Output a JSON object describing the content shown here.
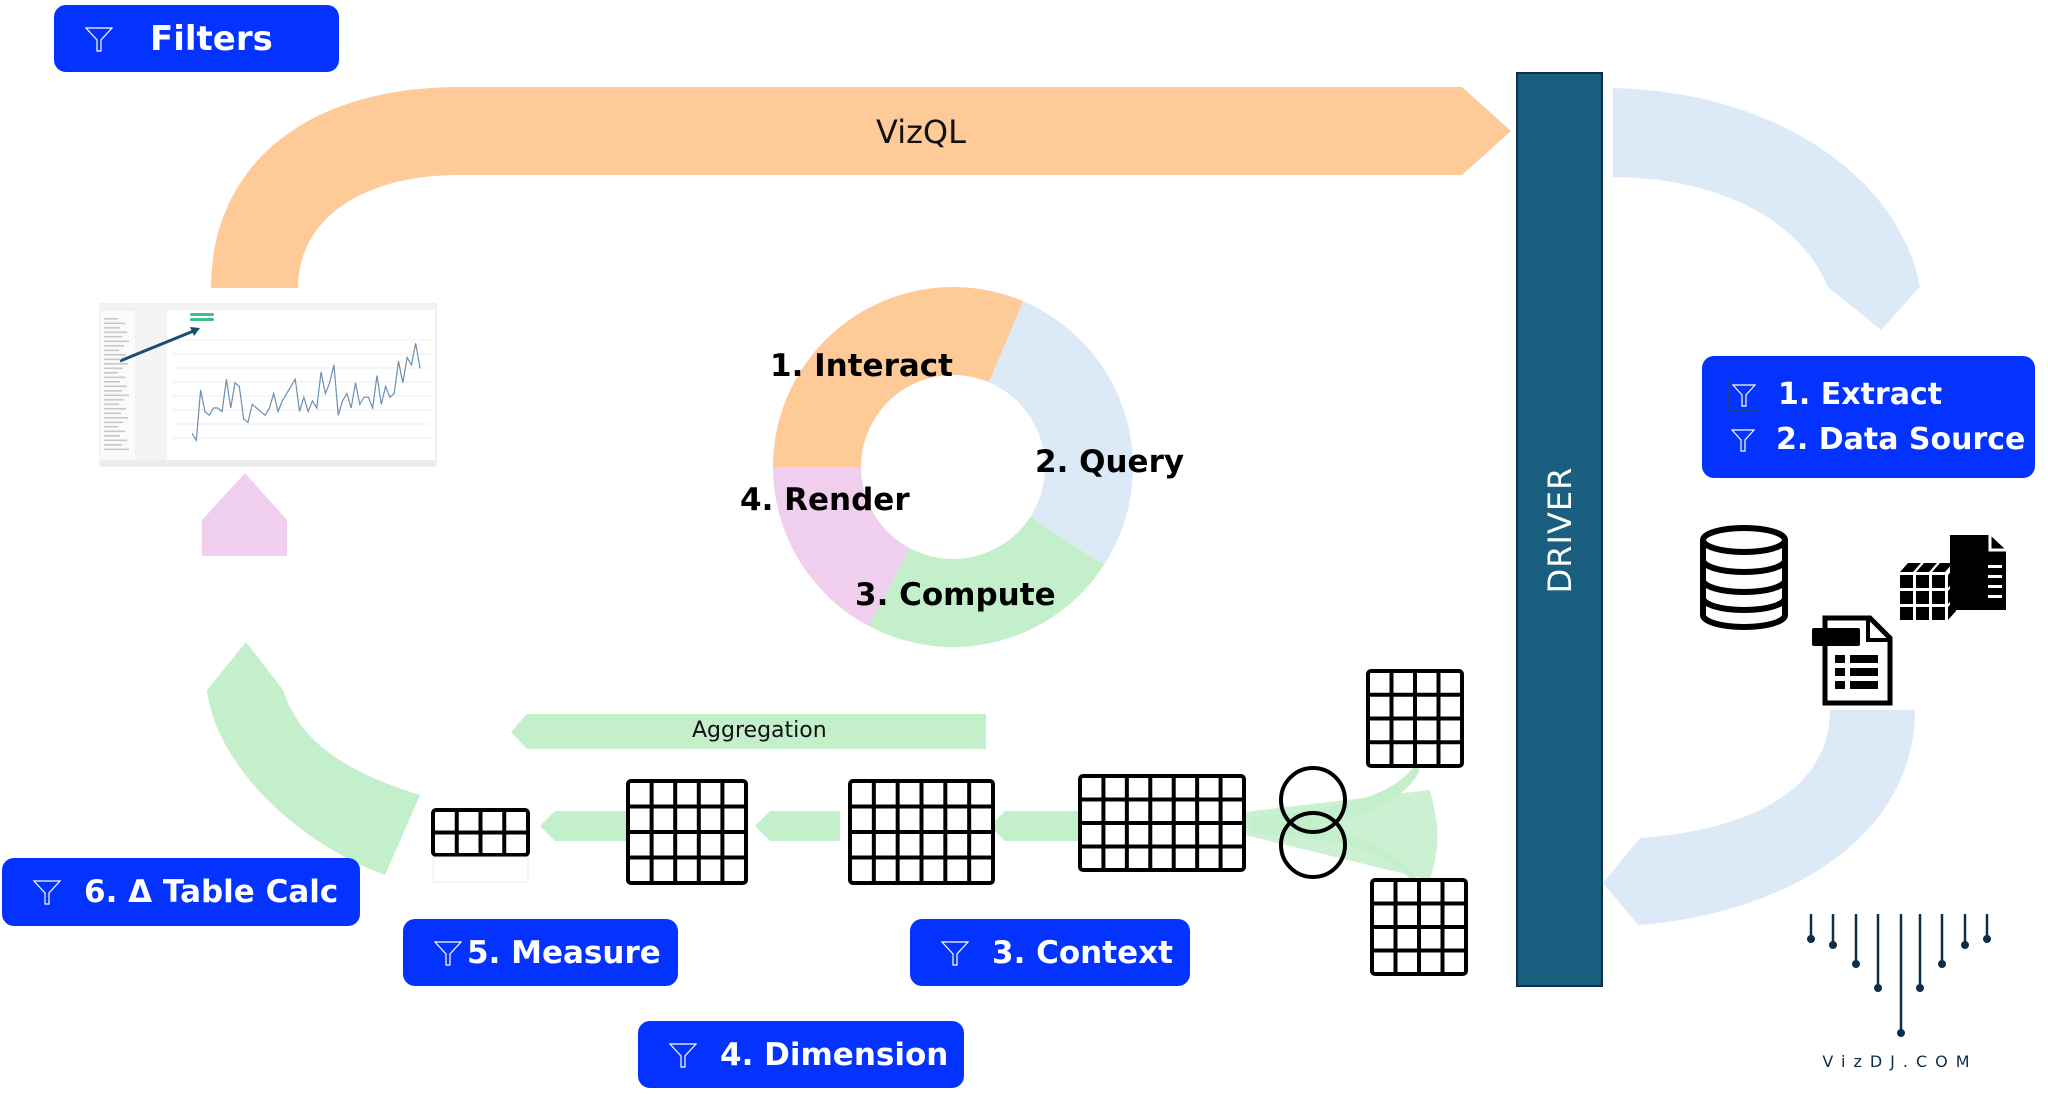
{
  "header": {
    "filters_label": "Filters"
  },
  "flow": {
    "vizql_label": "VizQL",
    "driver_label": "DRIVER",
    "aggregation_label": "Aggregation"
  },
  "cycle": {
    "steps": [
      {
        "label": "1. Interact",
        "color": "#fecb98"
      },
      {
        "label": "2. Query",
        "color": "#dce9f6"
      },
      {
        "label": "3. Compute",
        "color": "#c3efca"
      },
      {
        "label": "4. Render",
        "color": "#f0ceee"
      }
    ]
  },
  "filter_order": {
    "extract": "1. Extract",
    "data_source": "2. Data Source",
    "context": "3. Context",
    "dimension": "4. Dimension",
    "measure": "5. Measure",
    "table_calc": "6. Δ Table Calc"
  },
  "data_sources": [
    "database-icon",
    "spreadsheet-file-icon",
    "data-cube-icon"
  ],
  "brand": {
    "logo_text": "VizDJ.COM"
  },
  "colors": {
    "filter_box": "#0433ff",
    "driver": "#1a5f80",
    "vizql_arrow": "#fecb98",
    "query_arrow": "#dce9f6",
    "compute_arrow": "#c3efca",
    "render_arrow": "#f0ceee"
  }
}
